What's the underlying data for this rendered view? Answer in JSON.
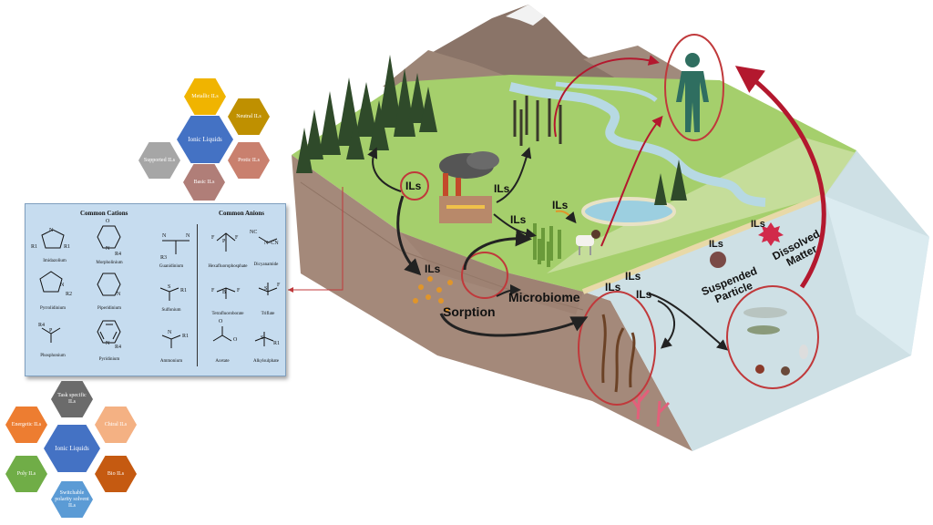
{
  "hex_top": {
    "center": "Ionic Liquids",
    "items": [
      "Metallic ILs",
      "Neutral ILs",
      "Protic ILs",
      "Basic ILs",
      "Supported ILs"
    ],
    "colors": {
      "center": "#4472c4",
      "metallic": "#f0b400",
      "neutral": "#bf9000",
      "protic": "#c9806e",
      "basic": "#b07e78",
      "supported": "#a6a6a6"
    }
  },
  "hex_bottom": {
    "center": "Ionic Liquids",
    "items": [
      "Task specific ILs",
      "Chiral ILs",
      "Bio ILs",
      "Switchable polarity solvent ILs",
      "Poly ILs",
      "Energetic ILs"
    ],
    "colors": {
      "center": "#4472c4",
      "task": "#6b6b6b",
      "chiral": "#f4b183",
      "bio": "#c55a11",
      "switchable": "#5b9bd5",
      "poly": "#70ad47",
      "energetic": "#ed7d31"
    }
  },
  "chem": {
    "cations_header": "Common Cations",
    "anions_header": "Common Anions",
    "cations": [
      "Imidazolium",
      "Morpholinium",
      "Guanidinium",
      "Pyrrolidinium",
      "Piperidinium",
      "Sulfonium",
      "Phosphonium",
      "Pyridinium",
      "Ammonium"
    ],
    "anions": [
      "Hexafluorophosphate",
      "Dicyanamide",
      "Tetrafluoroborate",
      "Triflate",
      "Acetate",
      "Alkylsulphate"
    ],
    "frag": {
      "r1": "R1",
      "r2": "R2",
      "r3": "R3",
      "r4": "R4",
      "n": "N",
      "s": "S",
      "p": "P",
      "b": "B",
      "f": "F",
      "o": "O",
      "ncn": "NC",
      "cn": "N–CN",
      "neg": "⁻"
    }
  },
  "scene": {
    "ils": "ILs",
    "sorption": "Sorption",
    "microbiome": "Microbiome",
    "suspended": "Suspended Particle",
    "dissolved": "Dissolved Matter"
  },
  "colors": {
    "arrow_red": "#b3182e",
    "arrow_black": "#222222",
    "circle": "#c0393b",
    "grass": "#a5cf6c",
    "soil": "#a4897a",
    "water": "#c9dde2"
  }
}
